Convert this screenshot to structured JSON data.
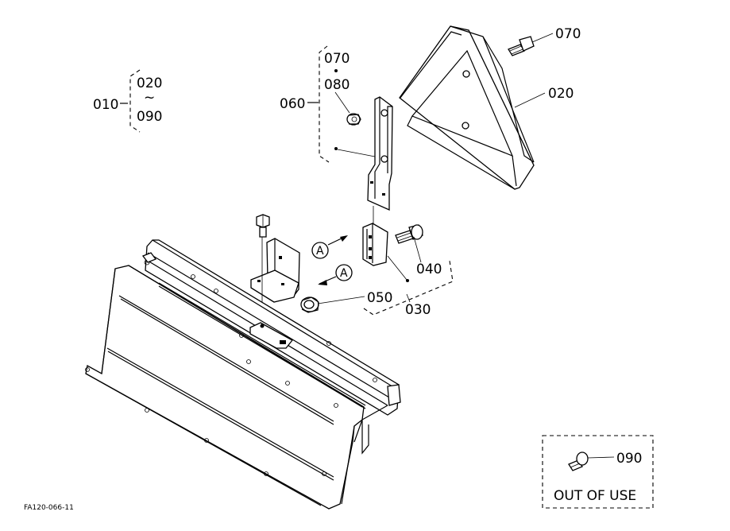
{
  "labels": {
    "p010": "010",
    "p020_range_start": "020",
    "tilde": "~",
    "p090_range_end": "090",
    "p070_group": "070",
    "p080_group": "080",
    "p060": "060",
    "p070_bolt": "070",
    "p020_plate": "020",
    "p040": "040",
    "p050": "050",
    "p030": "030",
    "p090_inset": "090",
    "callout_a1": "A",
    "callout_a2": "A"
  },
  "inset": {
    "note": "OUT OF USE"
  },
  "figure_code": "FA120-066-11"
}
